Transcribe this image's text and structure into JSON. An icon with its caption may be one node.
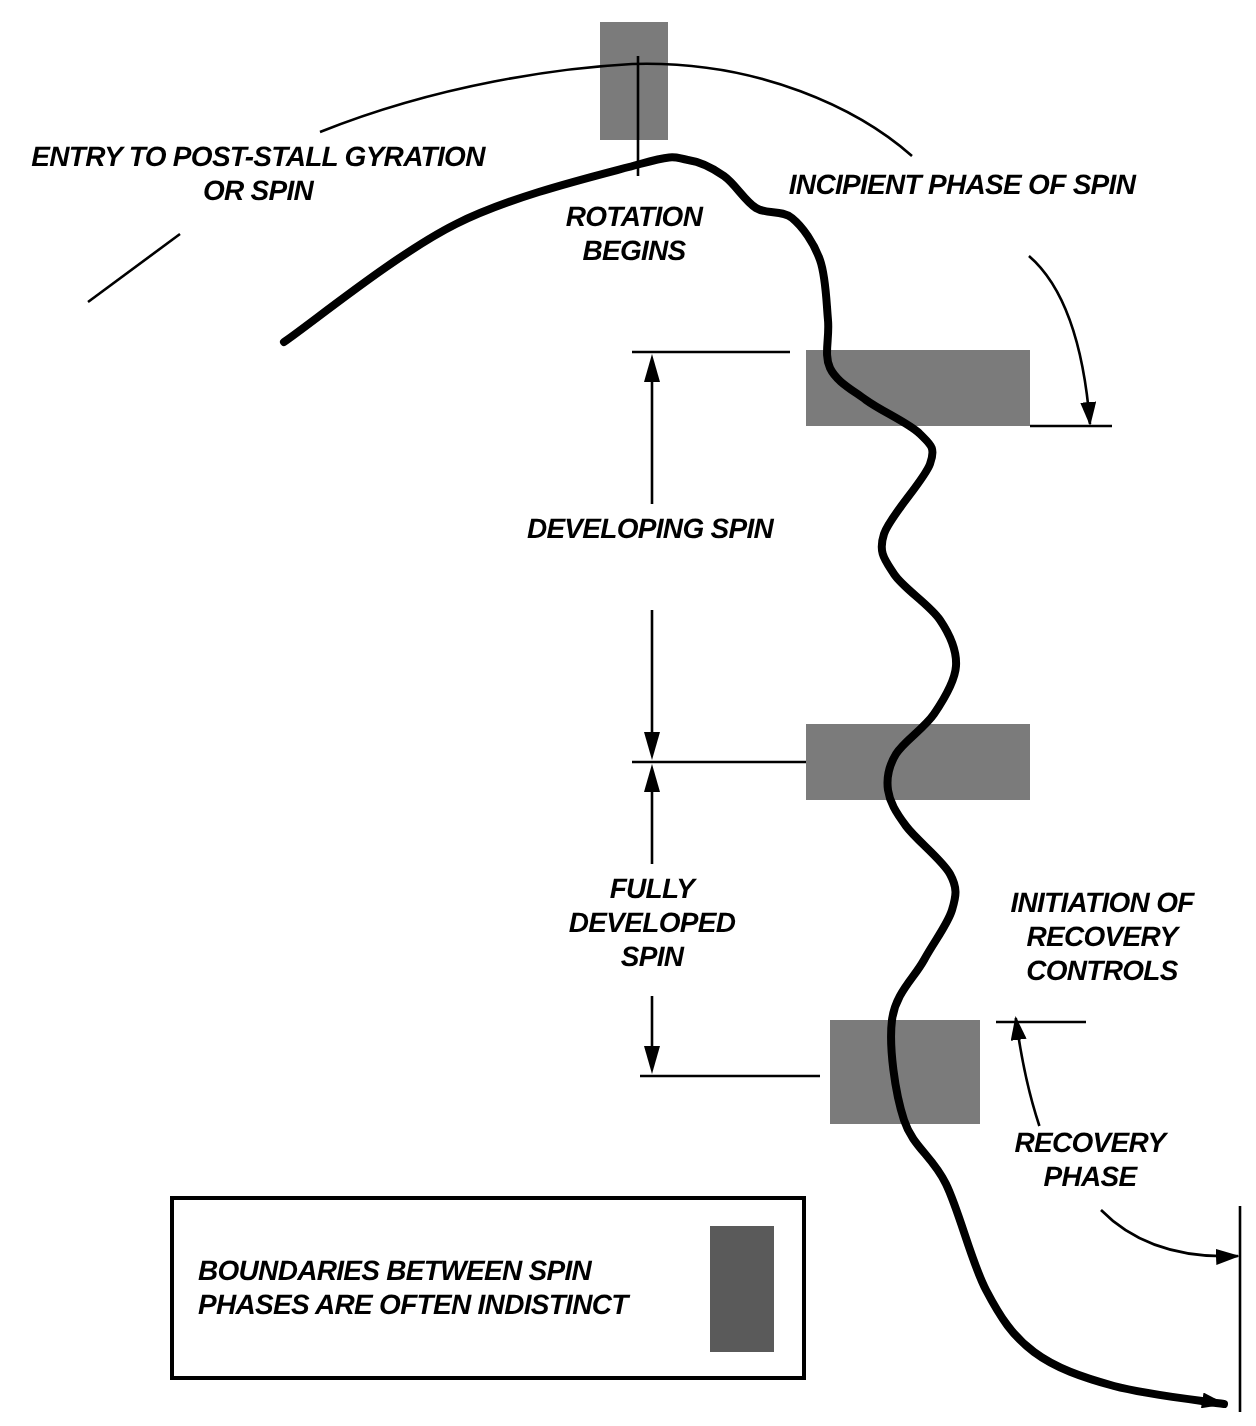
{
  "diagram": {
    "nodes": [
      {
        "text": [
          "INCIPIENT PHASE OF SPIN"
        ]
      },
      {
        "text": [
          "INITIATION OF RECOVERY CONTROLS"
        ]
      },
      {
        "text": [
          "RECOVERY PHASE"
        ]
      }
    ],
    "edges": [
      {
        "from": 0,
        "to": null,
        "arrow": "to"
      },
      {
        "from": 2,
        "to": 1,
        "arrow": "to"
      },
      {
        "from": 2,
        "to": null,
        "arrow": "to"
      }
    ],
    "labels": [
      "ENTRY TO POST-STALL GYRATION OR SPIN",
      "ROTATION BEGINS",
      "DEVELOPING SPIN",
      "FULLY DEVELOPED SPIN"
    ],
    "legend": [
      {
        "text": "BOUNDARIES BETWEEN SPIN PHASES ARE OFTEN INDISTINCT",
        "color": "#5a5a5a"
      }
    ]
  }
}
